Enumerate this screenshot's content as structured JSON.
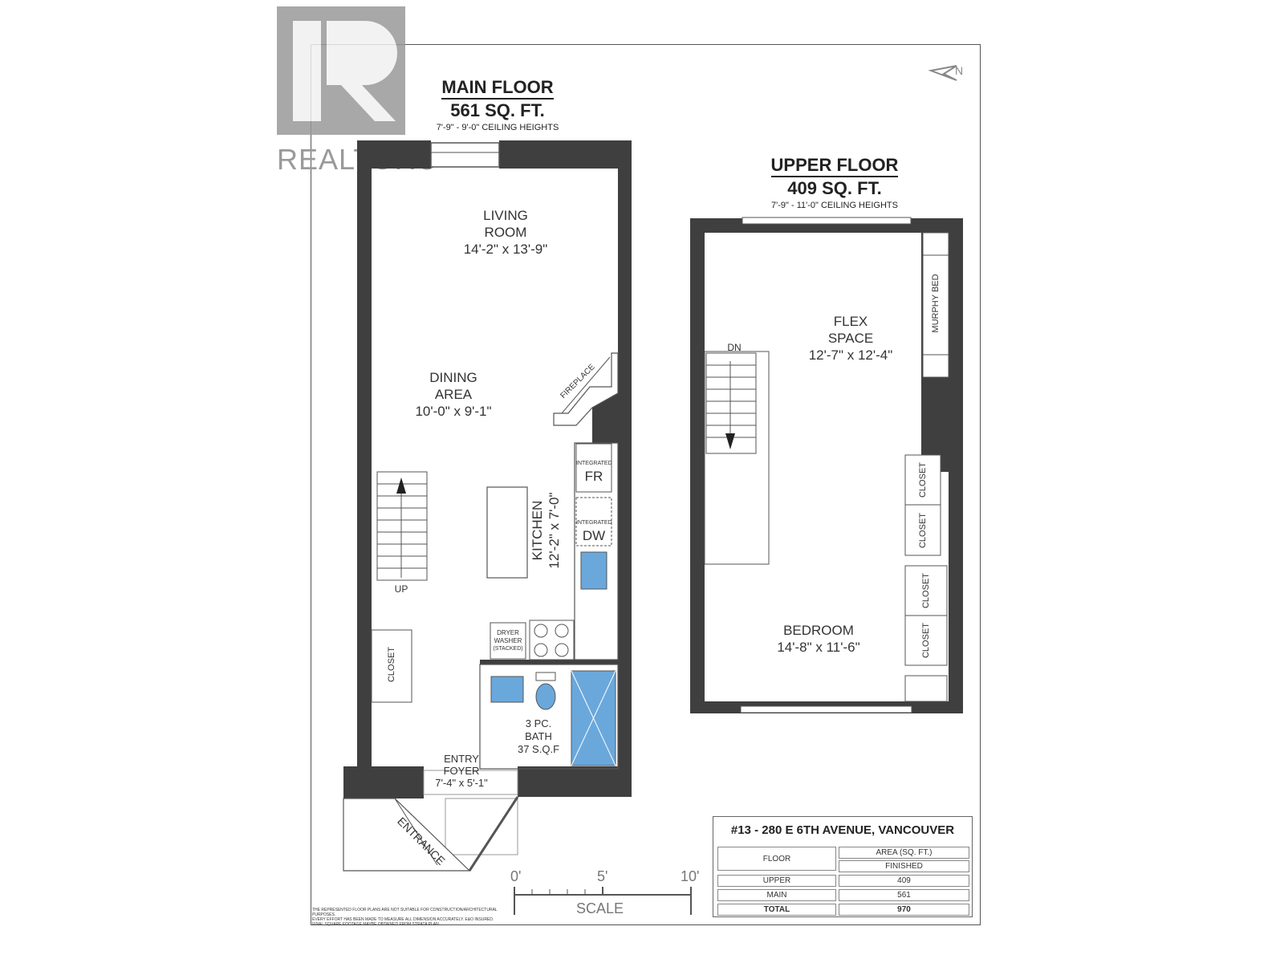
{
  "brand": {
    "logo_text": "REALTOR®"
  },
  "main_floor": {
    "title": "MAIN FLOOR",
    "area": "561 SQ. FT.",
    "ceiling": "7'-9\" - 9'-0\" CEILING HEIGHTS"
  },
  "upper_floor": {
    "title": "UPPER FLOOR",
    "area": "409 SQ. FT.",
    "ceiling": "7'-9\" - 11'-0\" CEILING HEIGHTS"
  },
  "rooms": {
    "living_name_1": "LIVING",
    "living_name_2": "ROOM",
    "living_dims": "14'-2\" x 13'-9\"",
    "dining_name_1": "DINING",
    "dining_name_2": "AREA",
    "dining_dims": "10'-0\" x 9'-1\"",
    "kitchen_name": "KITCHEN",
    "kitchen_dims": "12'-2\" x 7'-0\"",
    "bath_name_1": "3 PC.",
    "bath_name_2": "BATH",
    "bath_dims": "37 S.Q.F",
    "entry_name_1": "ENTRY",
    "entry_name_2": "FOYER",
    "entry_dims": "7'-4\" x 5'-1\"",
    "flex_name_1": "FLEX",
    "flex_name_2": "SPACE",
    "flex_dims": "12'-7\" x 12'-4\"",
    "bedroom_name": "BEDROOM",
    "bedroom_dims": "14'-8\" x 11'-6\""
  },
  "labels": {
    "fireplace": "FIREPLACE",
    "integrated_1": "INTEGRATED",
    "fr": "FR",
    "integrated_2": "INTEGRATED",
    "dw": "DW",
    "dryer": "DRYER",
    "washer": "WASHER",
    "stacked": "(STACKED)",
    "closet_main": "CLOSET",
    "up": "UP",
    "dn": "DN",
    "entrance": "ENTRANCE",
    "murphy_bed": "MURPHY BED",
    "closets_upper": [
      "CLOSET",
      "CLOSET",
      "CLOSET",
      "CLOSET"
    ],
    "north": "N"
  },
  "info_table": {
    "title": "#13 - 280 E 6TH AVENUE, VANCOUVER",
    "col_floor": "FLOOR",
    "col_area": "AREA (SQ. FT.)",
    "col_finished": "FINISHED",
    "rows": [
      {
        "floor": "UPPER",
        "area": "409"
      },
      {
        "floor": "MAIN",
        "area": "561"
      },
      {
        "floor": "TOTAL",
        "area": "970"
      }
    ]
  },
  "scale": {
    "ticks": [
      "0'",
      "5'",
      "10'"
    ],
    "label": "SCALE"
  },
  "disclaimer": {
    "line1": "THE REPRESENTED FLOOR PLANS ARE NOT SUITABLE FOR CONSTRUCTION/ARCHITECTURAL PURPOSES.",
    "line2": "EVERY EFFORT HAS BEEN MADE TO MEASURE ALL DIMENSION ACCURATELY. E&O INSURED.",
    "line3": "FINAL SQUARE FOOTAGE MAYBE OBTAINED FROM STRATA PLAN"
  },
  "colors": {
    "wall": "#3f3f3f",
    "fixture_blue": "#6aa8dc",
    "watermark": "#9a9a9a"
  }
}
